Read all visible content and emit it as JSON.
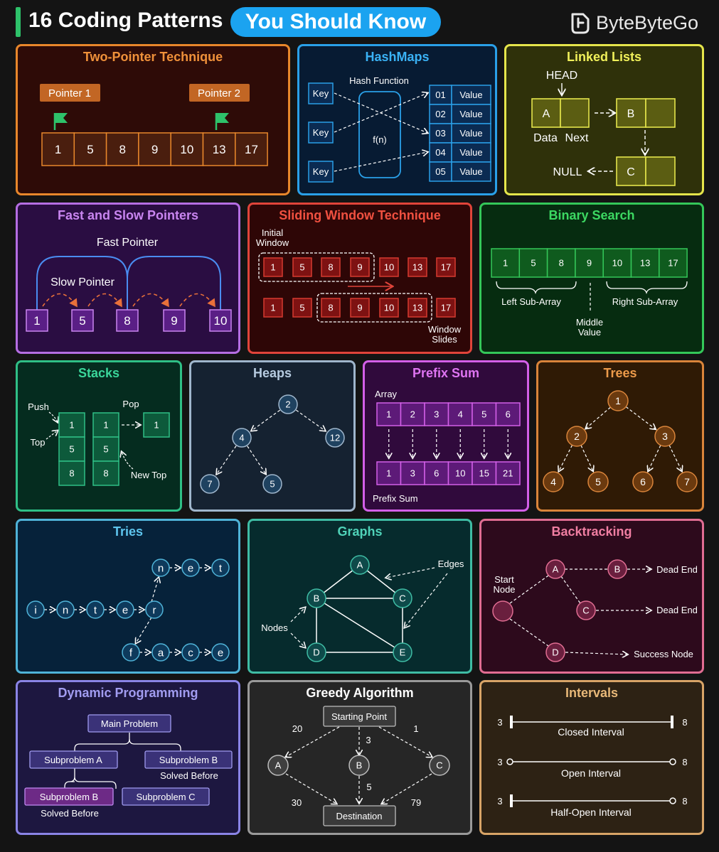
{
  "header": {
    "title": "16 Coding Patterns",
    "highlight": "You Should Know",
    "brand": "ByteByteGo"
  },
  "panels": {
    "two_pointer": {
      "title": "Two-Pointer Technique",
      "pointer1": "Pointer 1",
      "pointer2": "Pointer 2",
      "cells": [
        "1",
        "5",
        "8",
        "9",
        "10",
        "13",
        "17"
      ]
    },
    "hashmaps": {
      "title": "HashMaps",
      "hash_function": "Hash Function",
      "func": "f(n)",
      "keys": [
        "Key",
        "Key",
        "Key"
      ],
      "indices": [
        "01",
        "02",
        "03",
        "04",
        "05"
      ],
      "values": [
        "Value",
        "Value",
        "Value",
        "Value",
        "Value"
      ]
    },
    "linked_lists": {
      "title": "Linked Lists",
      "head": "HEAD",
      "data": "Data",
      "next": "Next",
      "null": "NULL",
      "nodes": [
        "A",
        "B",
        "C"
      ]
    },
    "fast_slow": {
      "title": "Fast and Slow Pointers",
      "fast": "Fast Pointer",
      "slow": "Slow Pointer",
      "cells": [
        "1",
        "5",
        "8",
        "9",
        "10"
      ]
    },
    "sliding": {
      "title": "Sliding Window Technique",
      "initial_l1": "Initial",
      "initial_l2": "Window",
      "slides_l1": "Window",
      "slides_l2": "Slides",
      "row1": [
        "1",
        "5",
        "8",
        "9",
        "10",
        "13",
        "17"
      ],
      "row2": [
        "1",
        "5",
        "8",
        "9",
        "10",
        "13",
        "17"
      ]
    },
    "binary": {
      "title": "Binary Search",
      "cells": [
        "1",
        "5",
        "8",
        "9",
        "10",
        "13",
        "17"
      ],
      "left": "Left Sub-Array",
      "right": "Right Sub-Array",
      "middle_l1": "Middle",
      "middle_l2": "Value"
    },
    "stacks": {
      "title": "Stacks",
      "push": "Push",
      "top": "Top",
      "pop": "Pop",
      "new_top": "New Top",
      "stack1": [
        "1",
        "5",
        "8"
      ],
      "stack2": [
        "1",
        "5",
        "8"
      ],
      "popped": "1"
    },
    "heaps": {
      "title": "Heaps",
      "nodes": [
        "2",
        "4",
        "12",
        "7",
        "5"
      ]
    },
    "prefix": {
      "title": "Prefix Sum",
      "array_label": "Array",
      "sum_label": "Prefix Sum",
      "array": [
        "1",
        "2",
        "3",
        "4",
        "5",
        "6"
      ],
      "sums": [
        "1",
        "3",
        "6",
        "10",
        "15",
        "21"
      ]
    },
    "trees": {
      "title": "Trees",
      "nodes": [
        "1",
        "2",
        "3",
        "4",
        "5",
        "6",
        "7"
      ]
    },
    "tries": {
      "title": "Tries",
      "row_main": [
        "i",
        "n",
        "t",
        "e",
        "r"
      ],
      "row_top": [
        "n",
        "e",
        "t"
      ],
      "row_bottom": [
        "f",
        "a",
        "c",
        "e"
      ]
    },
    "graphs": {
      "title": "Graphs",
      "nodes": [
        "A",
        "B",
        "C",
        "D",
        "E"
      ],
      "edges_label": "Edges",
      "nodes_label": "Nodes"
    },
    "backtracking": {
      "title": "Backtracking",
      "start_l1": "Start",
      "start_l2": "Node",
      "nodes": [
        "A",
        "B",
        "C",
        "D"
      ],
      "dead_end_1": "Dead End",
      "dead_end_2": "Dead End",
      "success": "Success Node"
    },
    "dp": {
      "title": "Dynamic Programming",
      "main": "Main Problem",
      "sub_a": "Subproblem A",
      "sub_b_top": "Subproblem B",
      "solved_top": "Solved Before",
      "sub_b_bottom": "Subproblem B",
      "solved_bottom": "Solved Before",
      "sub_c": "Subproblem C"
    },
    "greedy": {
      "title": "Greedy Algorithm",
      "start": "Starting Point",
      "dest": "Destination",
      "nodes": [
        "A",
        "B",
        "C"
      ],
      "weights": [
        "20",
        "3",
        "1",
        "30",
        "5",
        "79"
      ]
    },
    "intervals": {
      "title": "Intervals",
      "closed": "Closed Interval",
      "open": "Open Interval",
      "half": "Half-Open Interval",
      "start": "3",
      "end": "8"
    }
  },
  "colors": {
    "orange": "#e8872b",
    "blue": "#2aa0e8",
    "yellow": "#e5e54b",
    "purple": "#b56ee3",
    "red": "#e0443a",
    "green": "#34c759",
    "teal": "#2fbf86",
    "slate": "#9fb6cc",
    "magenta": "#d35fe8",
    "amber": "#d9843a",
    "cyan": "#4fb3d8",
    "aqua": "#3fbca4",
    "pink": "#e06d92",
    "indigo": "#8a84e6",
    "gray": "#9a9a9a",
    "tan": "#d8a467"
  }
}
